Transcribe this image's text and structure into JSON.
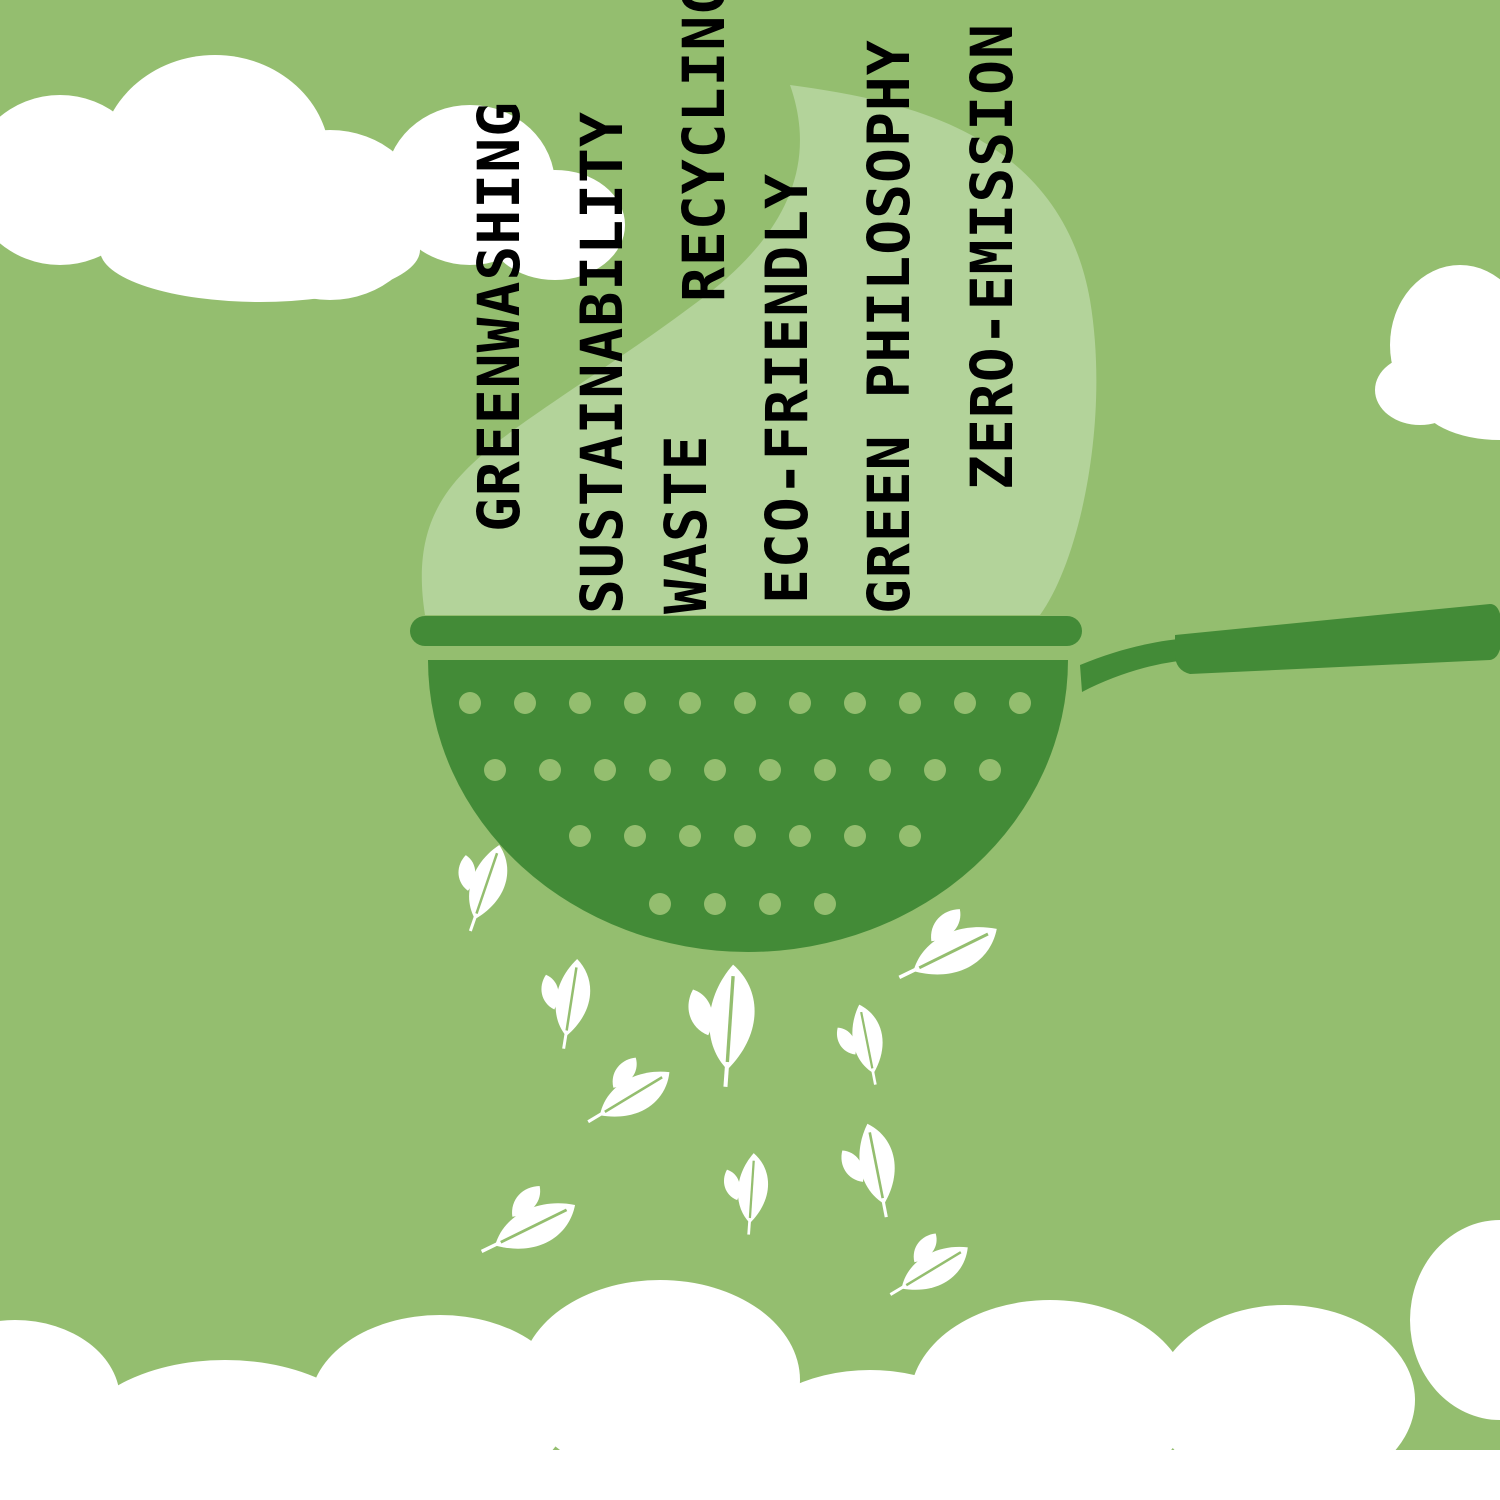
{
  "colors": {
    "background": "#94be6f",
    "cloud": "#ffffff",
    "steam": "#b3d39a",
    "colander": "#438b37",
    "holes": "#94be6f",
    "leaf": "#ffffff",
    "text": "#000000"
  },
  "icons": [
    "cloud-icon",
    "colander-icon",
    "leaf-icon"
  ],
  "words": [
    {
      "id": "greenwashing",
      "text": "GREENWASHING"
    },
    {
      "id": "sustainability",
      "text": "SUSTAINABILITY"
    },
    {
      "id": "waste",
      "text": "WASTE"
    },
    {
      "id": "recycling",
      "text": "RECYCLING"
    },
    {
      "id": "eco-friendly",
      "text": "ECO-FRIENDLY"
    },
    {
      "id": "green-philosophy",
      "text": "GREEN PHILOSOPHY"
    },
    {
      "id": "zero-emission",
      "text": "ZERO-EMISSION"
    }
  ]
}
